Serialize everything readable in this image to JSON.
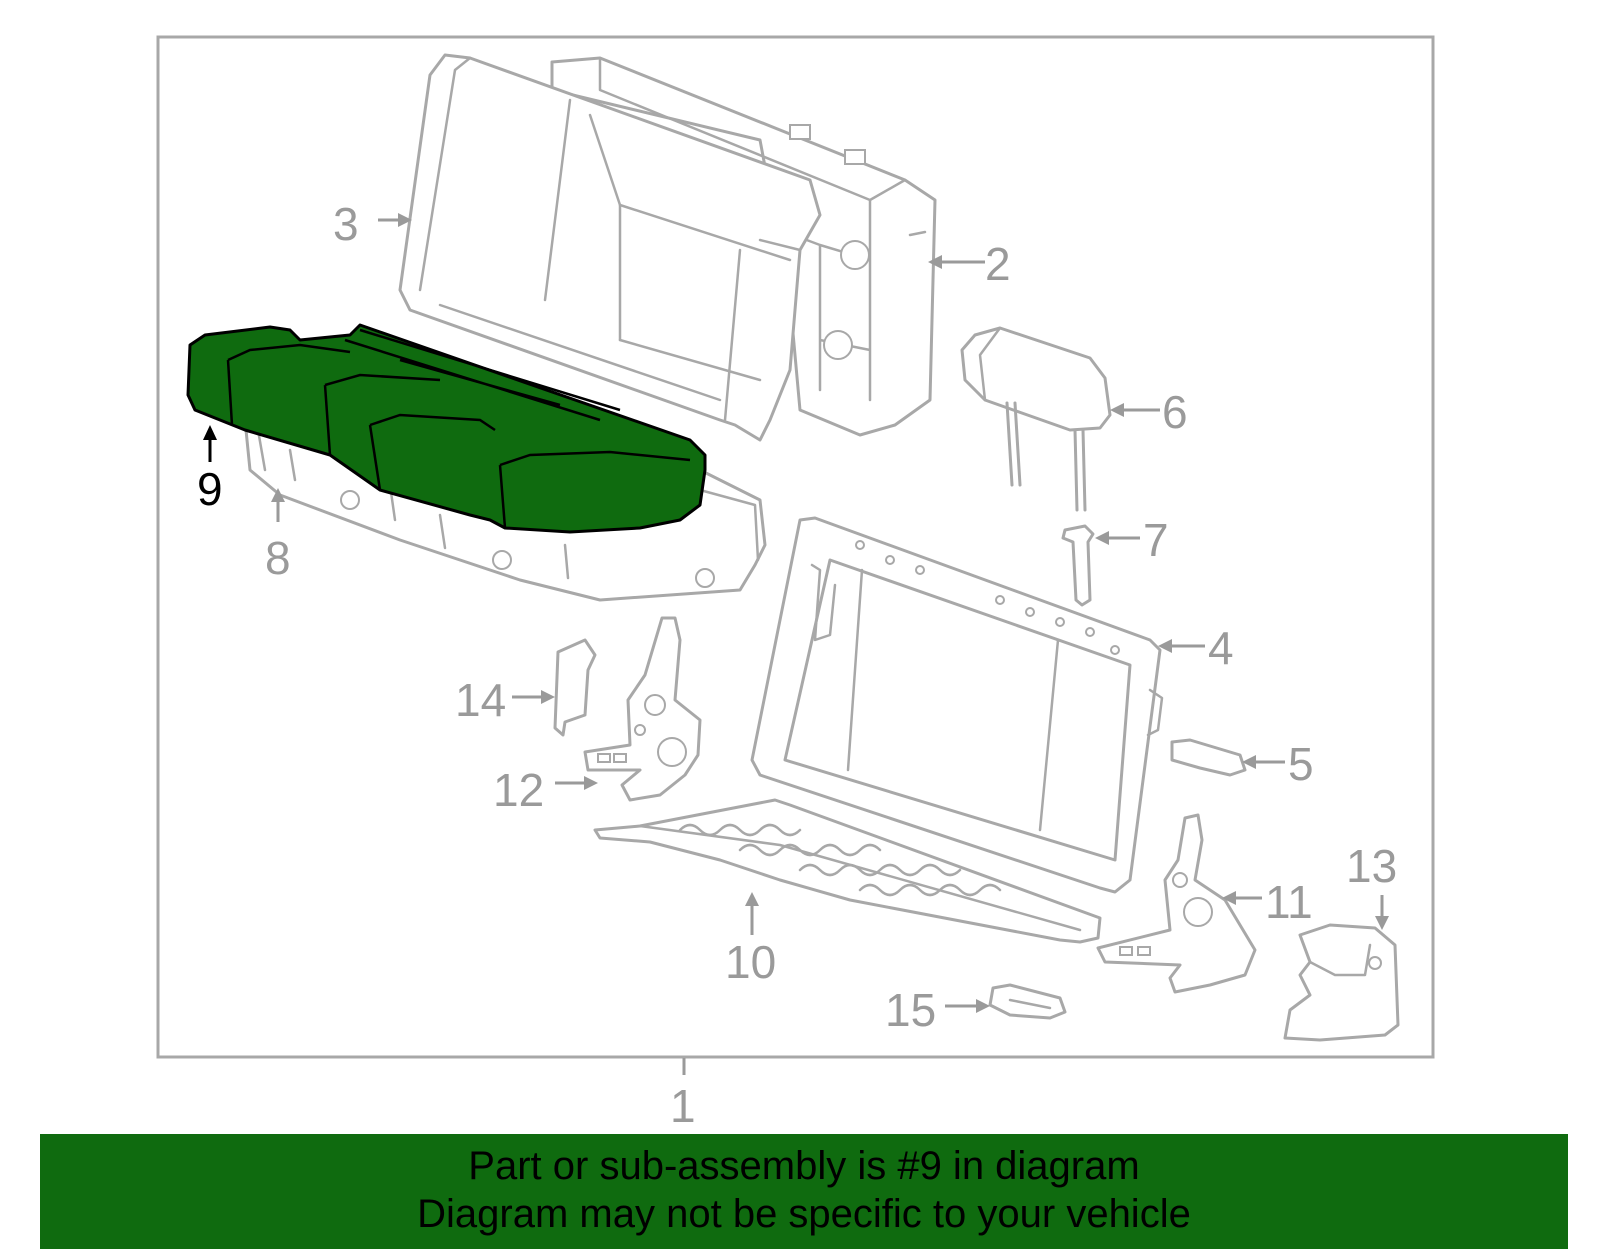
{
  "diagram": {
    "highlight_color": "#0f6b0f",
    "outline_color": "#a8a8a8",
    "callouts": [
      {
        "id": "1",
        "label": "1"
      },
      {
        "id": "2",
        "label": "2"
      },
      {
        "id": "3",
        "label": "3"
      },
      {
        "id": "4",
        "label": "4"
      },
      {
        "id": "5",
        "label": "5"
      },
      {
        "id": "6",
        "label": "6"
      },
      {
        "id": "7",
        "label": "7"
      },
      {
        "id": "8",
        "label": "8"
      },
      {
        "id": "9",
        "label": "9"
      },
      {
        "id": "10",
        "label": "10"
      },
      {
        "id": "11",
        "label": "11"
      },
      {
        "id": "12",
        "label": "12"
      },
      {
        "id": "13",
        "label": "13"
      },
      {
        "id": "14",
        "label": "14"
      },
      {
        "id": "15",
        "label": "15"
      }
    ]
  },
  "banner": {
    "line1": "Part or sub-assembly is #9 in diagram",
    "line2": "Diagram may not be specific to your vehicle",
    "background": "#0f6b0f"
  }
}
